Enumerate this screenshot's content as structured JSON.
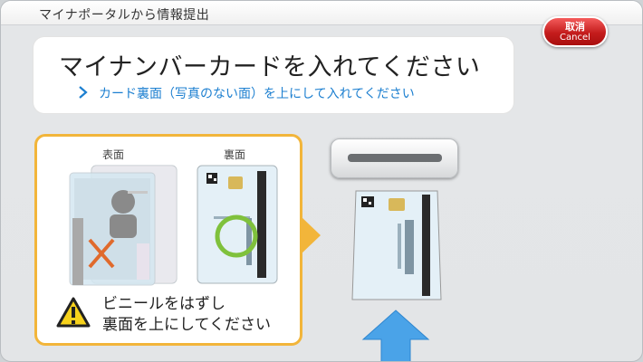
{
  "app": {
    "title": "マイナポータルから情報提出"
  },
  "cancel": {
    "label_jp": "取消",
    "label_en": "Cancel"
  },
  "header": {
    "main": "マイナンバーカードを入れてください",
    "sub": "カード裏面（写真のない面）を上にして入れてください"
  },
  "instructions": {
    "front_label": "表面",
    "back_label": "裏面",
    "warning_line1": "ビニールをはずし",
    "warning_line2": "裏面を上にしてください"
  },
  "colors": {
    "accent": "#f2b53a",
    "link": "#1c7fd0",
    "cancel": "#c41c1c",
    "arrow": "#4aa3e8",
    "card": "#e4f0f7"
  },
  "icons": {
    "chevron": "chevron-right-icon",
    "warning": "warning-icon",
    "cross": "cross-icon",
    "circle": "circle-highlight-icon",
    "arrow": "arrow-up-icon"
  }
}
